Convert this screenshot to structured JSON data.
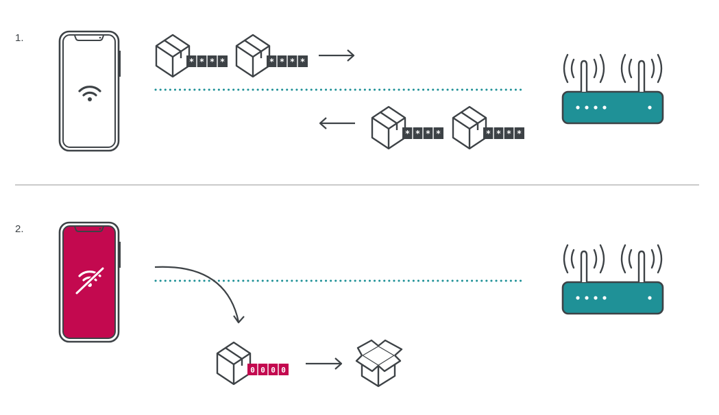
{
  "steps": [
    {
      "label": "1.",
      "phone_state": "wifi-connected",
      "router_lights": 5
    },
    {
      "label": "2.",
      "phone_state": "wifi-disconnected",
      "router_lights": 5
    }
  ],
  "packet_codes": {
    "secure": [
      "*",
      "*",
      "*",
      "*"
    ],
    "plain": [
      "0",
      "0",
      "0",
      "0"
    ]
  },
  "colors": {
    "stroke": "#3d4246",
    "teal": "#1f9197",
    "magenta": "#c3094f",
    "divider": "#aaaaaa"
  },
  "icons": {
    "phone": "smartphone-icon",
    "wifi": "wifi-icon",
    "wifi_off": "wifi-off-icon",
    "router": "router-icon",
    "package": "package-icon",
    "open_package": "open-package-icon",
    "arrow": "arrow-icon"
  }
}
